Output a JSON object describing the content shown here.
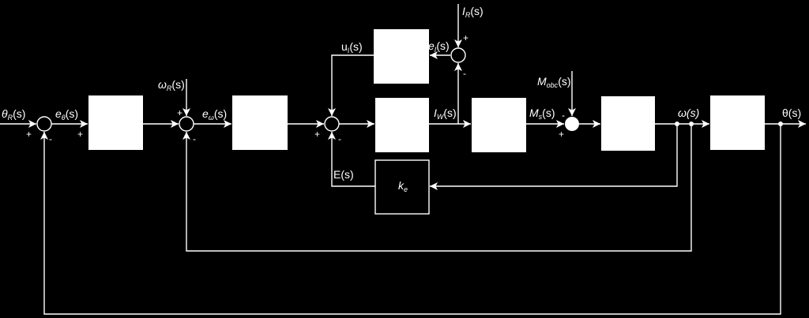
{
  "colors": {
    "background": "#000000",
    "foreground": "#ffffff"
  },
  "signals": {
    "theta_r": {
      "main": "θ",
      "sub": "R",
      "tail": "(s)"
    },
    "e_theta": {
      "main": "e",
      "sub": "θ",
      "tail": "(s)"
    },
    "omega_r": {
      "main": "ω",
      "sub": "R",
      "tail": "(s)"
    },
    "e_omega": {
      "main": "e",
      "sub": "ω",
      "tail": "(s)"
    },
    "u_i": {
      "main": "u",
      "sub": "I",
      "tail": "(s)"
    },
    "e_i": {
      "main": "e",
      "sub": "I",
      "tail": "(s)"
    },
    "i_r": {
      "main": "I",
      "sub": "R",
      "tail": "(s)"
    },
    "i_w": {
      "main": "I",
      "sub": "W",
      "tail": "(s)"
    },
    "m_obc": {
      "main": "M",
      "sub": "obc",
      "tail": "(s)"
    },
    "m_s": {
      "main": "M",
      "sub": "s",
      "tail": "(s)"
    },
    "omega": "ω(s)",
    "theta": "θ(s)",
    "e_s": "E(s)"
  },
  "blocks": {
    "ke": {
      "main": "k",
      "sub": "e"
    }
  },
  "signs": {
    "s1_plus": "+",
    "s1_minus": "-",
    "s2_plus_top": "+",
    "s2_plus_left": "+",
    "s2_minus": "-",
    "s3_plus": "+",
    "s3_minus": "-",
    "s4_plus": "+",
    "s4_minus": "-",
    "s5_minus": "-",
    "s5_plus": "+"
  }
}
